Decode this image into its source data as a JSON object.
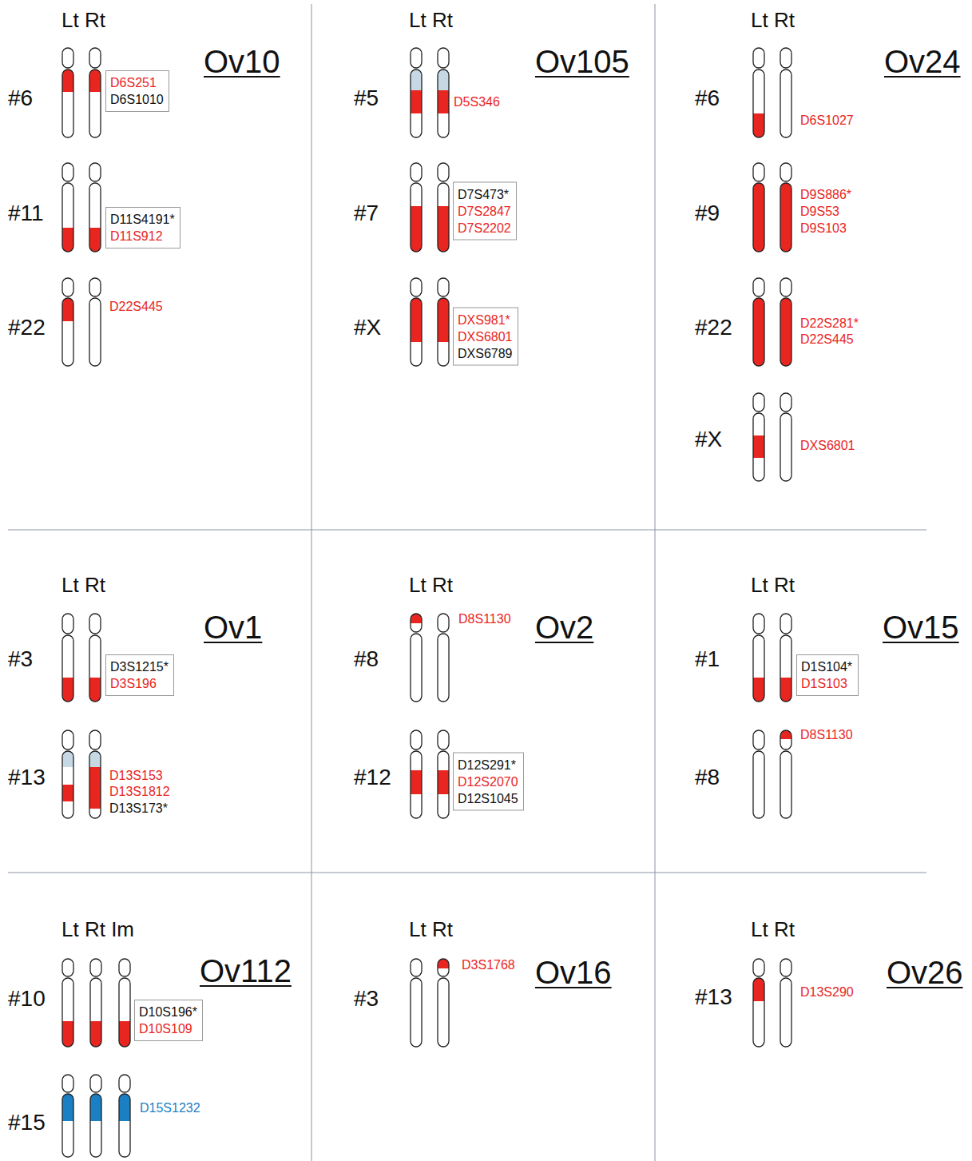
{
  "diagram": {
    "nodes": [
      {
        "text": [
          "D6S251",
          "D6S1010"
        ]
      },
      {
        "text": [
          "D11S4191*",
          "D11S912"
        ]
      },
      {
        "text": [
          "D7S473*",
          "D7S2847",
          "D7S2202"
        ]
      },
      {
        "text": [
          "DXS981*",
          "DXS6801",
          "DXS6789"
        ]
      },
      {
        "text": [
          "D3S1215*",
          "D3S196"
        ]
      },
      {
        "text": [
          "D12S291*",
          "D12S2070",
          "D12S1045"
        ]
      },
      {
        "text": [
          "D1S104*",
          "D1S103"
        ]
      },
      {
        "text": [
          "D10S196*",
          "D10S109"
        ]
      }
    ],
    "labels": [
      "Lt Rt",
      "Ov10",
      "#6",
      "#11",
      "#22",
      "D22S445",
      "Lt Rt",
      "Ov105",
      "#5",
      "D5S346",
      "#7",
      "#X",
      "Lt Rt",
      "Ov24",
      "#6",
      "D6S1027",
      "#9",
      "D9S886*",
      "D9S53",
      "D9S103",
      "#22",
      "D22S281*",
      "D22S445",
      "#X",
      "DXS6801",
      "Lt Rt",
      "Ov1",
      "#3",
      "#13",
      "D13S153",
      "D13S1812",
      "D13S173*",
      "Lt Rt",
      "Ov2",
      "#8",
      "D8S1130",
      "#12",
      "Lt Rt",
      "Ov15",
      "#1",
      "#8",
      "D8S1130",
      "Lt Rt Im",
      "Ov112",
      "#10",
      "#15",
      "D15S1232",
      "Lt Rt",
      "Ov16",
      "#3",
      "D3S1768",
      "Lt Rt",
      "Ov26",
      "#13",
      "D13S290"
    ]
  }
}
